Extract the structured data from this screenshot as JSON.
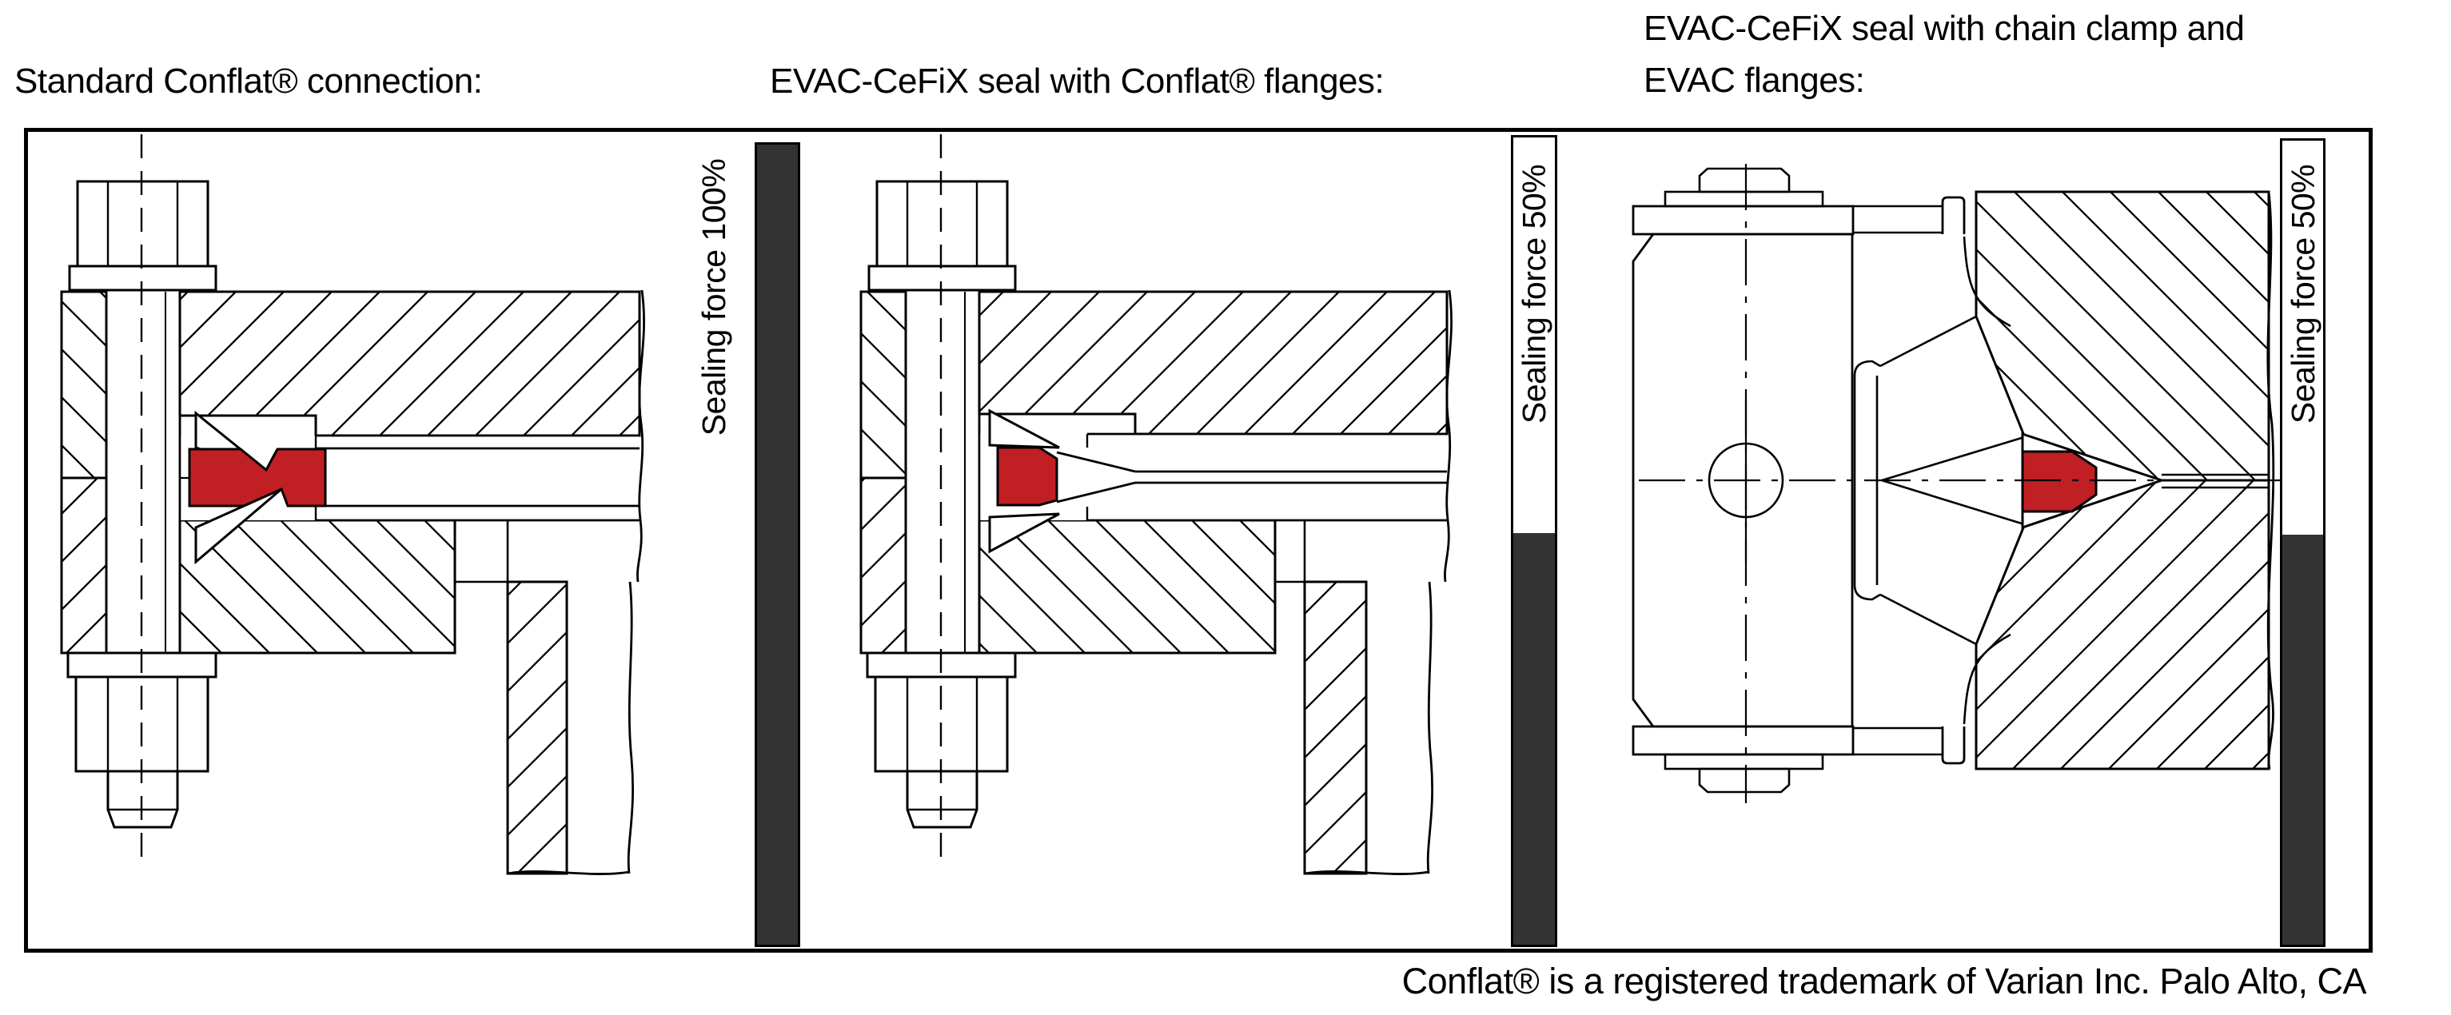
{
  "panels": [
    {
      "title": "Standard Conflat® connection:",
      "diagram": "standard-conflat-bolted-flange-cross-section",
      "bar": {
        "label": "Sealing force 100%",
        "percent": 100
      }
    },
    {
      "title": "EVAC-CeFiX seal with Conflat® flanges:",
      "diagram": "evac-cefix-seal-conflat-flange-cross-section",
      "bar": {
        "label": "Sealing force 50%",
        "percent": 51
      }
    },
    {
      "title": "EVAC-CeFiX seal with chain clamp and EVAC flanges:",
      "diagram": "evac-cefix-seal-chain-clamp-evac-flange-cross-section",
      "bar": {
        "label": "Sealing force 50%",
        "percent": 51
      }
    }
  ],
  "footer": {
    "text": "Conflat® is a registered trademark of Varian Inc. Palo Alto, CA"
  },
  "colors": {
    "seal_red": "#c01f24",
    "bar_fill": "#333333",
    "line": "#000000",
    "background": "#ffffff"
  }
}
